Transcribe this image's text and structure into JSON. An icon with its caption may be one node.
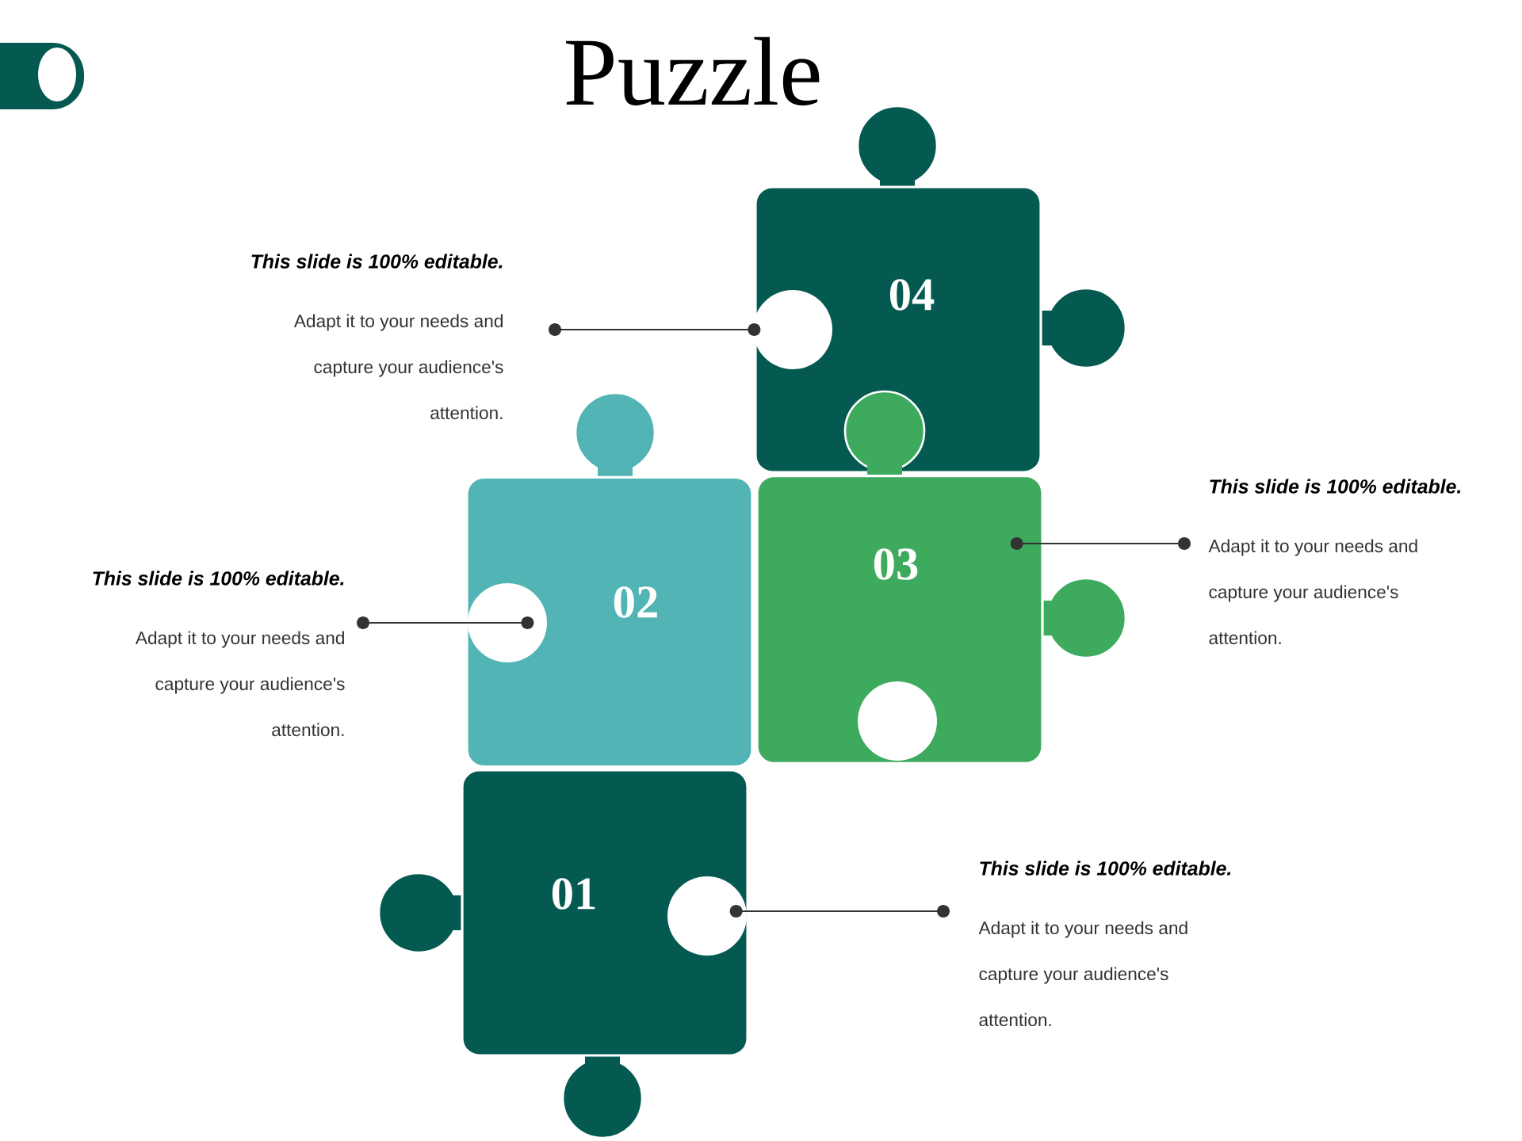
{
  "diagram": {
    "title": "Puzzle",
    "nodes": [
      {
        "text": [
          "This slide is 100% editable.",
          "Adapt it to your needs and capture your audience's attention."
        ]
      },
      {
        "text": [
          "04"
        ]
      },
      {
        "text": [
          "03"
        ]
      },
      {
        "text": [
          "This slide is 100% editable.",
          "Adapt it to your needs and capture your audience's attention."
        ]
      },
      {
        "text": [
          "This slide is 100% editable.",
          "Adapt it to your needs and capture your audience's attention."
        ]
      },
      {
        "text": [
          "02"
        ]
      },
      {
        "text": [
          "01"
        ]
      },
      {
        "text": [
          "This slide is 100% editable.",
          "Adapt it to your needs and capture your audience's attention."
        ]
      }
    ],
    "edges": [
      {
        "from": 0,
        "to": 1,
        "arrow": "other"
      },
      {
        "from": 3,
        "to": 2,
        "arrow": "other"
      },
      {
        "from": 4,
        "to": 5,
        "arrow": "other"
      },
      {
        "from": 7,
        "to": 6,
        "arrow": "other"
      }
    ]
  }
}
